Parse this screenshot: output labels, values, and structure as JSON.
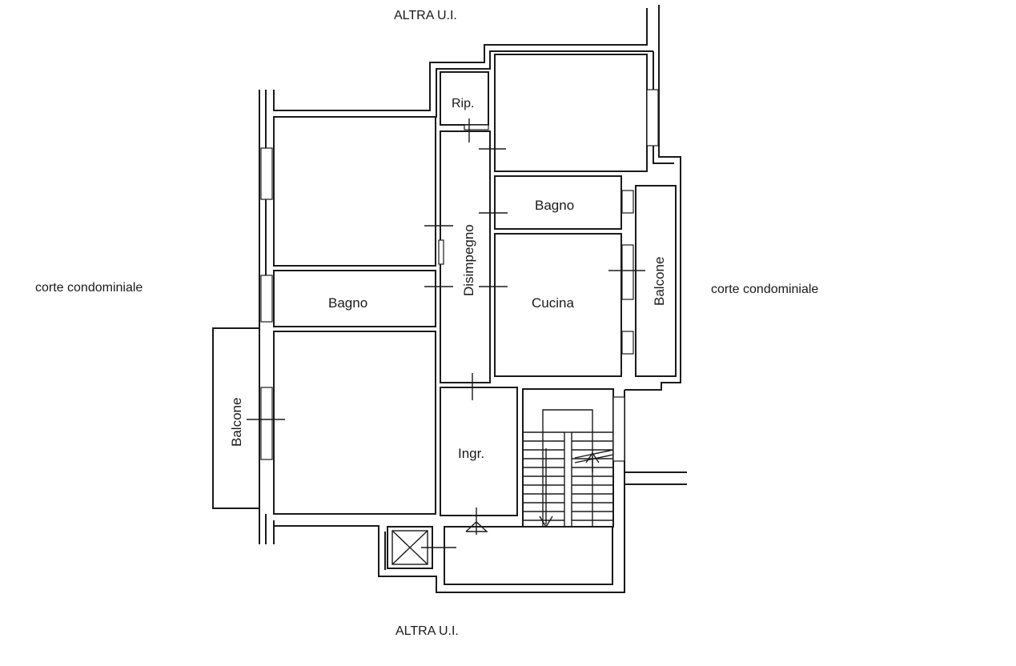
{
  "labels": {
    "top_neighbor": "ALTRA U.I.",
    "bottom_neighbor": "ALTRA U.I.",
    "courtyard_left": "corte condominiale",
    "courtyard_right": "corte condominiale",
    "storage": "Rip.",
    "corridor": "Disimpegno",
    "bathroom_right": "Bagno",
    "bathroom_left": "Bagno",
    "kitchen": "Cucina",
    "balcony_right": "Balcone",
    "balcony_left": "Balcone",
    "entrance": "Ingr."
  },
  "colors": {
    "line": "#1a1a1a",
    "background": "#ffffff"
  }
}
